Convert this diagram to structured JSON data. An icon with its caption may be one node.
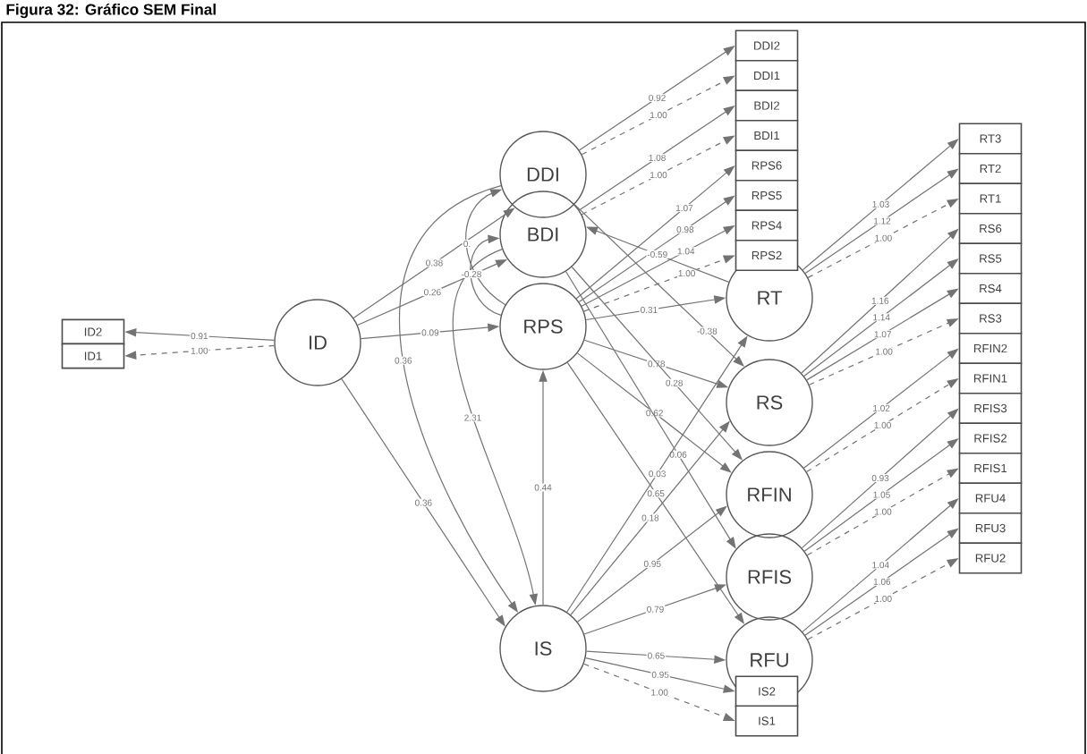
{
  "diagram": {
    "title": "Figura 32: Gráfico SEM Final",
    "nodes": [
      {
        "text": [
          "ID"
        ]
      },
      {
        "text": [
          "DDI"
        ]
      },
      {
        "text": [
          "BDI"
        ]
      },
      {
        "text": [
          "RPS"
        ]
      },
      {
        "text": [
          "IS"
        ]
      },
      {
        "text": [
          "RT"
        ]
      },
      {
        "text": [
          "RS"
        ]
      },
      {
        "text": [
          "RFIN"
        ]
      },
      {
        "text": [
          "RFIS"
        ]
      },
      {
        "text": [
          "RFU"
        ]
      },
      {
        "text": [
          "ID2"
        ]
      },
      {
        "text": [
          "ID1"
        ]
      },
      {
        "text": [
          "DDI2"
        ]
      },
      {
        "text": [
          "DDI1"
        ]
      },
      {
        "text": [
          "BDI2"
        ]
      },
      {
        "text": [
          "BDI1"
        ]
      },
      {
        "text": [
          "RPS6"
        ]
      },
      {
        "text": [
          "RPS5"
        ]
      },
      {
        "text": [
          "RPS4"
        ]
      },
      {
        "text": [
          "RPS2"
        ]
      },
      {
        "text": [
          "RT3"
        ]
      },
      {
        "text": [
          "RT2"
        ]
      },
      {
        "text": [
          "RT1"
        ]
      },
      {
        "text": [
          "RS6"
        ]
      },
      {
        "text": [
          "RS5"
        ]
      },
      {
        "text": [
          "RS4"
        ]
      },
      {
        "text": [
          "RS3"
        ]
      },
      {
        "text": [
          "RFIN2"
        ]
      },
      {
        "text": [
          "RFIN1"
        ]
      },
      {
        "text": [
          "RFIS3"
        ]
      },
      {
        "text": [
          "RFIS2"
        ]
      },
      {
        "text": [
          "RFIS1"
        ]
      },
      {
        "text": [
          "RFU4"
        ]
      },
      {
        "text": [
          "RFU3"
        ]
      },
      {
        "text": [
          "RFU2"
        ]
      },
      {
        "text": [
          "IS2"
        ]
      },
      {
        "text": [
          "IS1"
        ]
      }
    ],
    "edges": [
      {
        "from": 0,
        "to": 10,
        "arrow": "to",
        "label": "0.91"
      },
      {
        "from": 0,
        "to": 11,
        "arrow": "to",
        "label": "1.00",
        "style": "dashed"
      },
      {
        "from": 0,
        "to": 1,
        "arrow": "to",
        "label": "0.38"
      },
      {
        "from": 0,
        "to": 2,
        "arrow": "to",
        "label": "0.26"
      },
      {
        "from": 0,
        "to": 3,
        "arrow": "to",
        "label": "0.09"
      },
      {
        "from": 0,
        "to": 4,
        "arrow": "to",
        "label": "0.36"
      },
      {
        "from": 1,
        "to": 12,
        "arrow": "to",
        "label": "0.92"
      },
      {
        "from": 1,
        "to": 13,
        "arrow": "to",
        "label": "1.00",
        "style": "dashed"
      },
      {
        "from": 2,
        "to": 14,
        "arrow": "to",
        "label": "1.08"
      },
      {
        "from": 2,
        "to": 15,
        "arrow": "to",
        "label": "1.00",
        "style": "dashed"
      },
      {
        "from": 3,
        "to": 16,
        "arrow": "to",
        "label": "1.07"
      },
      {
        "from": 3,
        "to": 17,
        "arrow": "to",
        "label": "0.98"
      },
      {
        "from": 3,
        "to": 18,
        "arrow": "to",
        "label": "1.04"
      },
      {
        "from": 3,
        "to": 19,
        "arrow": "to",
        "label": "1.00",
        "style": "dashed"
      },
      {
        "from": 5,
        "to": 2,
        "arrow": "to",
        "label": "-0.59"
      },
      {
        "from": 3,
        "to": 5,
        "arrow": "to",
        "label": "0.31"
      },
      {
        "from": 1,
        "to": 6,
        "arrow": "to",
        "label": "-0.38"
      },
      {
        "from": 3,
        "to": 6,
        "arrow": "to",
        "label": "0.78"
      },
      {
        "from": 2,
        "to": 7,
        "arrow": "to",
        "label": "0.28"
      },
      {
        "from": 3,
        "to": 7,
        "arrow": "to",
        "label": "0.62"
      },
      {
        "from": 2,
        "to": 8,
        "arrow": "to",
        "label": "0.06"
      },
      {
        "from": 3,
        "to": 9,
        "arrow": "to",
        "label": "0.65"
      },
      {
        "from": 1,
        "to": 4,
        "arrow": "to",
        "label": "0.36"
      },
      {
        "from": 2,
        "to": 4,
        "arrow": "to",
        "label": "2.31"
      },
      {
        "from": 3,
        "to": 1,
        "arrow": "to",
        "label": "0."
      },
      {
        "from": 3,
        "to": 2,
        "arrow": "to",
        "label": "-0.28"
      },
      {
        "from": 4,
        "to": 3,
        "arrow": "to",
        "label": "0.44"
      },
      {
        "from": 4,
        "to": 5,
        "arrow": "to",
        "label": "0.03"
      },
      {
        "from": 4,
        "to": 6,
        "arrow": "to",
        "label": "0.18"
      },
      {
        "from": 4,
        "to": 7,
        "arrow": "to",
        "label": "0.95"
      },
      {
        "from": 4,
        "to": 8,
        "arrow": "to",
        "label": "0.79"
      },
      {
        "from": 4,
        "to": 9,
        "arrow": "to",
        "label": "0.65"
      },
      {
        "from": 4,
        "to": 35,
        "arrow": "to",
        "label": "0.95"
      },
      {
        "from": 4,
        "to": 36,
        "arrow": "to",
        "label": "1.00",
        "style": "dashed"
      },
      {
        "from": 5,
        "to": 20,
        "arrow": "to",
        "label": "1.03"
      },
      {
        "from": 5,
        "to": 21,
        "arrow": "to",
        "label": "1.12"
      },
      {
        "from": 5,
        "to": 22,
        "arrow": "to",
        "label": "1.00",
        "style": "dashed"
      },
      {
        "from": 6,
        "to": 23,
        "arrow": "to",
        "label": "1.16"
      },
      {
        "from": 6,
        "to": 24,
        "arrow": "to",
        "label": "1.14"
      },
      {
        "from": 6,
        "to": 25,
        "arrow": "to",
        "label": "1.07"
      },
      {
        "from": 6,
        "to": 26,
        "arrow": "to",
        "label": "1.00",
        "style": "dashed"
      },
      {
        "from": 7,
        "to": 27,
        "arrow": "to",
        "label": "1.02"
      },
      {
        "from": 7,
        "to": 28,
        "arrow": "to",
        "label": "1.00",
        "style": "dashed"
      },
      {
        "from": 8,
        "to": 29,
        "arrow": "to",
        "label": "0.93"
      },
      {
        "from": 8,
        "to": 30,
        "arrow": "to",
        "label": "1.05"
      },
      {
        "from": 8,
        "to": 31,
        "arrow": "to",
        "label": "1.00",
        "style": "dashed"
      },
      {
        "from": 9,
        "to": 32,
        "arrow": "to",
        "label": "1.04"
      },
      {
        "from": 9,
        "to": 33,
        "arrow": "to",
        "label": "1.06"
      },
      {
        "from": 9,
        "to": 34,
        "arrow": "to",
        "label": "1.00",
        "style": "dashed"
      }
    ]
  }
}
